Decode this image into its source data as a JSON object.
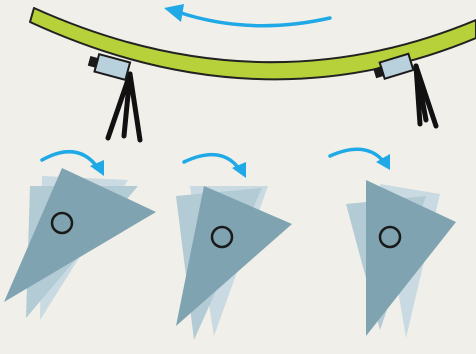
{
  "colors": {
    "background": "#f1efe9",
    "arc_band": "#b6d13a",
    "arc_outline": "#222222",
    "arrow": "#1fa9e6",
    "camera_body": "#b9d1dc",
    "camera_outline": "#1a1a1a",
    "tripod": "#111111",
    "triangle_front": "#7fa3b0",
    "triangle_ghost_1": "#b3cbd5",
    "triangle_ghost_2": "#c9dae2",
    "pivot": "#1a1a1a"
  },
  "icons": {
    "rotation_direction": "curved-arrow",
    "capture_device": "camera-on-tripod",
    "pivot_marker": "circle"
  },
  "diagram": {
    "cameras": 2,
    "rotation_stages": 3
  }
}
